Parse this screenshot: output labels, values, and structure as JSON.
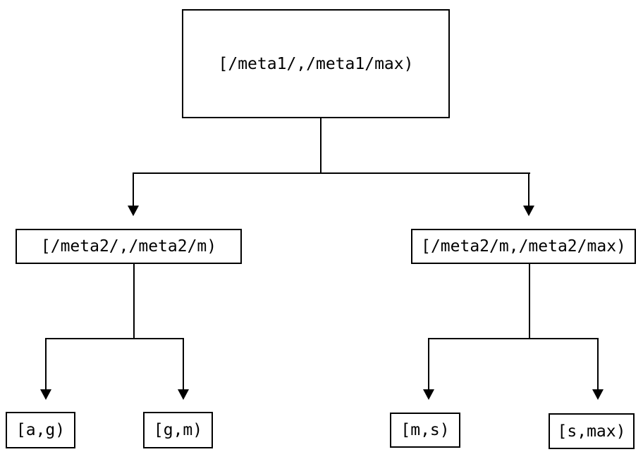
{
  "diagram": {
    "type": "tree",
    "colors": {
      "background": "#ffffff",
      "line": "#000000",
      "text": "#000000",
      "node_fill": "#ffffff"
    },
    "nodes": {
      "root": "[/meta1/,/meta1/max)",
      "level2_left": "[/meta2/,/meta2/m)",
      "level2_right": "[/meta2/m,/meta2/max)",
      "leaf_a_g": "[a,g)",
      "leaf_g_m": "[g,m)",
      "leaf_m_s": "[m,s)",
      "leaf_s_max": "[s,max)"
    },
    "edges": [
      {
        "from": "root",
        "to": "level2_left"
      },
      {
        "from": "root",
        "to": "level2_right"
      },
      {
        "from": "level2_left",
        "to": "leaf_a_g"
      },
      {
        "from": "level2_left",
        "to": "leaf_g_m"
      },
      {
        "from": "level2_right",
        "to": "leaf_m_s"
      },
      {
        "from": "level2_right",
        "to": "leaf_s_max"
      }
    ]
  }
}
